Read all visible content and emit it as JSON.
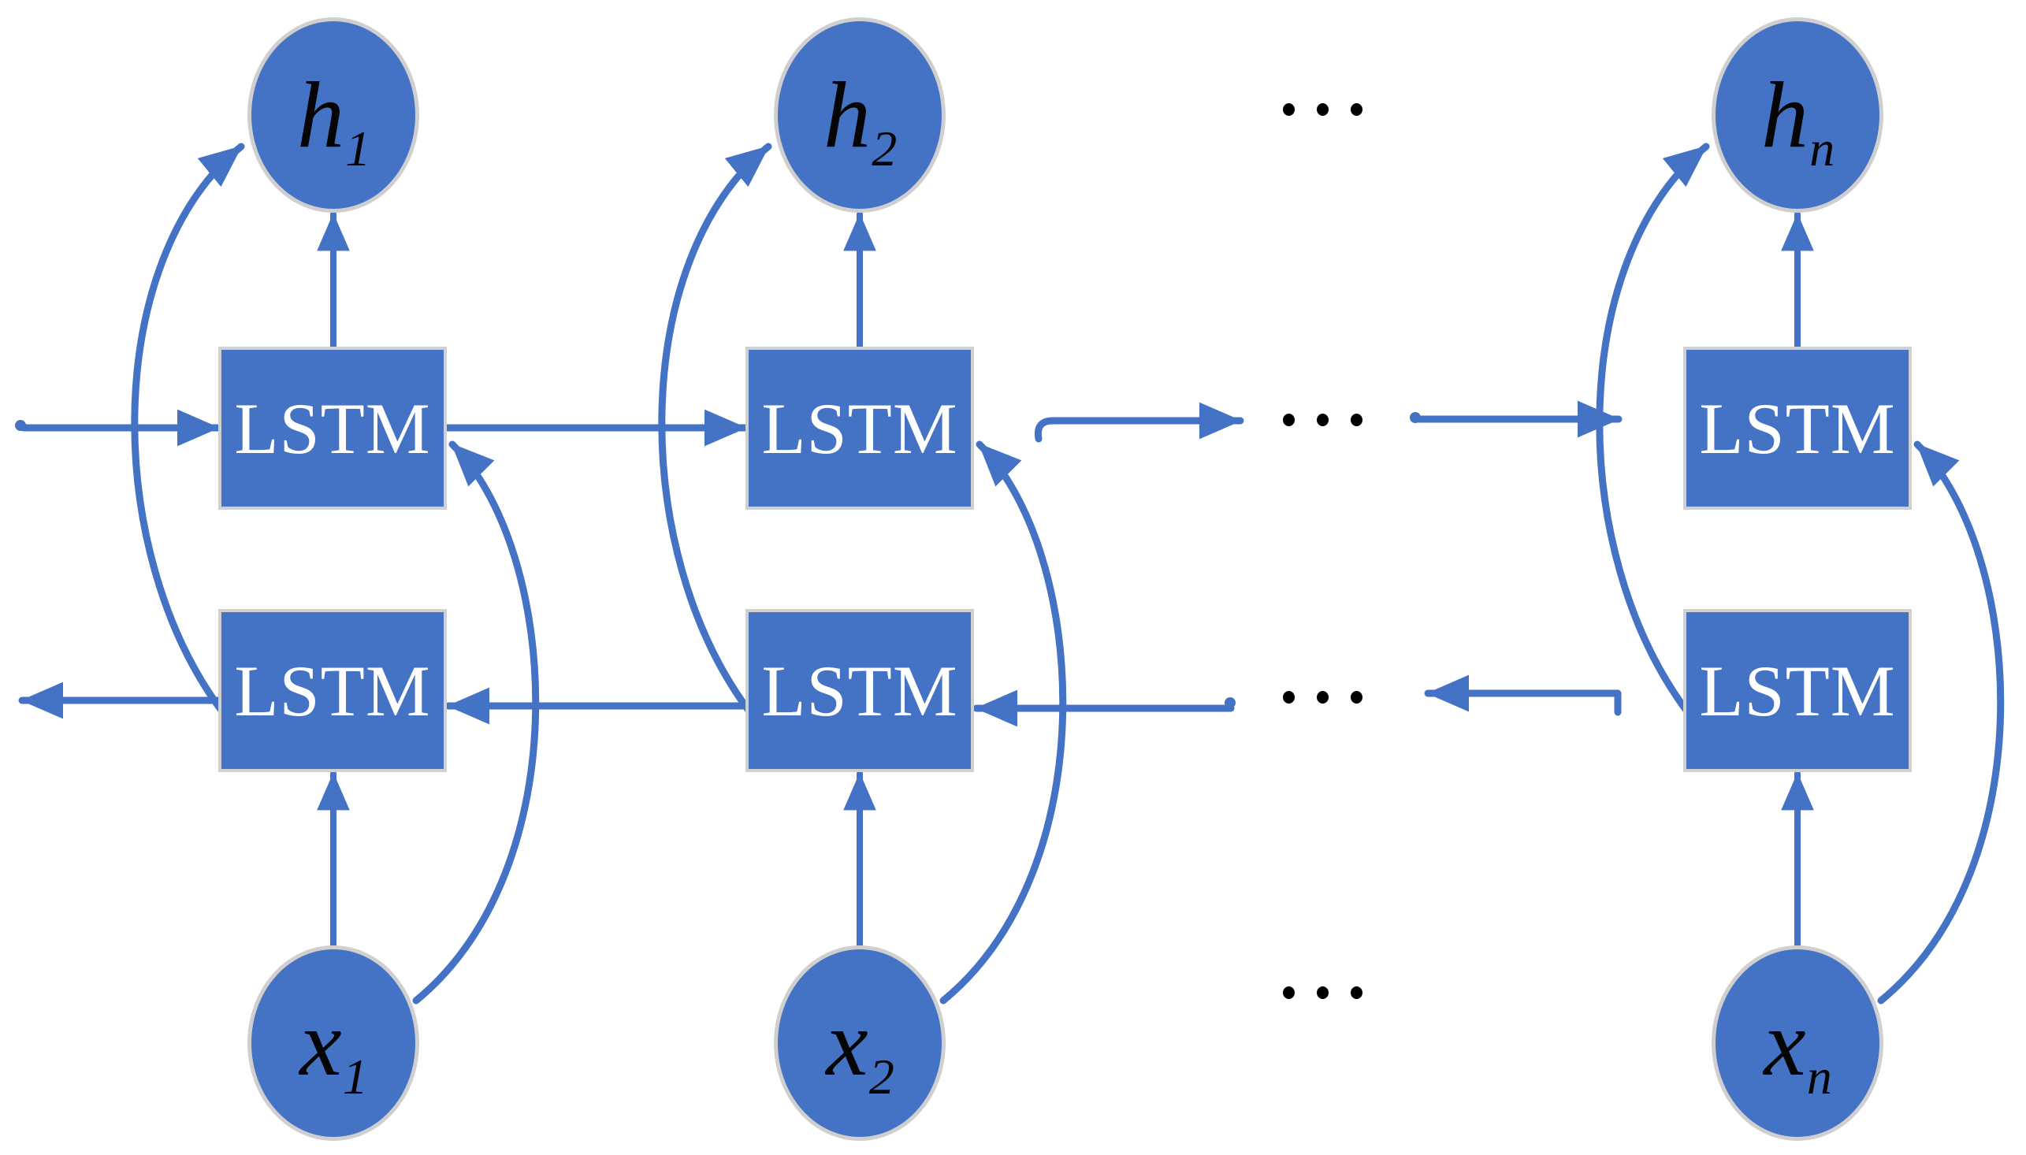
{
  "diagram": {
    "kind": "bidirectional-lstm",
    "block_label": "LSTM",
    "ellipsis": "· · ·",
    "colors": {
      "node_fill": "#4472C4",
      "ellipse_border": "#CFCFCF",
      "box_border": "#D0D0D0",
      "arrow": "#4472C4",
      "variable_text": "#050505",
      "block_text": "#FFFFFF",
      "ellipsis_dots": "#000000",
      "background": "#FFFFFF"
    },
    "columns": [
      {
        "id": "1",
        "h": {
          "base": "h",
          "sub": "1"
        },
        "x": {
          "base": "x",
          "sub": "1"
        }
      },
      {
        "id": "2",
        "h": {
          "base": "h",
          "sub": "2"
        },
        "x": {
          "base": "x",
          "sub": "2"
        }
      },
      {
        "id": "n",
        "h": {
          "base": "h",
          "sub": "n"
        },
        "x": {
          "base": "x",
          "sub": "n"
        }
      }
    ]
  }
}
